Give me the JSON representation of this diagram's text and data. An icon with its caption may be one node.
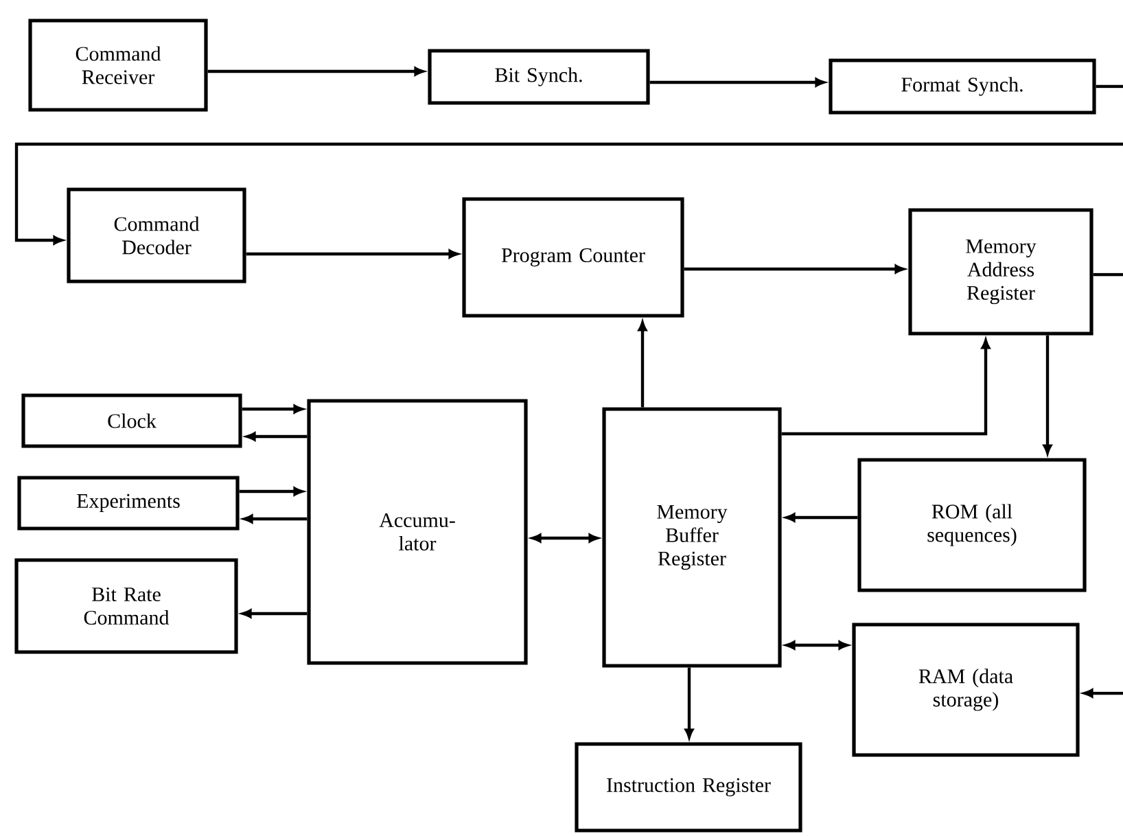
{
  "diagram": {
    "nodes": [
      {
        "text": [
          "Command Receiver"
        ]
      },
      {
        "text": [
          "Bit Synch."
        ]
      },
      {
        "text": [
          "Format Synch."
        ]
      },
      {
        "text": [
          "Command Decoder"
        ]
      },
      {
        "text": [
          "Program Counter"
        ]
      },
      {
        "text": [
          "Memory Address Register"
        ]
      },
      {
        "text": [
          "Clock"
        ]
      },
      {
        "text": [
          "Experiments"
        ]
      },
      {
        "text": [
          "Bit Rate Command"
        ]
      },
      {
        "text": [
          "Accumu- lator"
        ]
      },
      {
        "text": [
          "Memory Buffer Register"
        ]
      },
      {
        "text": [
          "ROM (all sequences)"
        ]
      },
      {
        "text": [
          "RAM (data storage)"
        ]
      },
      {
        "text": [
          "Instruction Register"
        ]
      }
    ],
    "edges": [
      {
        "from": 0,
        "to": 1,
        "arrow": "to"
      },
      {
        "from": 1,
        "to": 2,
        "arrow": "to"
      },
      {
        "from": 2,
        "to": null,
        "arrow": "none"
      },
      {
        "from": null,
        "to": 3,
        "arrow": "to"
      },
      {
        "from": 3,
        "to": 4,
        "arrow": "to"
      },
      {
        "from": 4,
        "to": 5,
        "arrow": "to"
      },
      {
        "from": 5,
        "to": null,
        "arrow": "none"
      },
      {
        "from": 6,
        "to": 9,
        "arrow": "to"
      },
      {
        "from": 9,
        "to": 6,
        "arrow": "to"
      },
      {
        "from": 7,
        "to": 9,
        "arrow": "to"
      },
      {
        "from": 9,
        "to": 7,
        "arrow": "to"
      },
      {
        "from": 9,
        "to": 8,
        "arrow": "to"
      },
      {
        "from": 9,
        "to": 10,
        "arrow": "both"
      },
      {
        "from": 10,
        "to": 4,
        "arrow": "to"
      },
      {
        "from": 10,
        "to": 5,
        "arrow": "to"
      },
      {
        "from": 5,
        "to": 11,
        "arrow": "to"
      },
      {
        "from": 11,
        "to": 10,
        "arrow": "to"
      },
      {
        "from": 10,
        "to": 12,
        "arrow": "both"
      },
      {
        "from": 10,
        "to": 13,
        "arrow": "to"
      },
      {
        "from": null,
        "to": 12,
        "arrow": "to"
      }
    ]
  }
}
